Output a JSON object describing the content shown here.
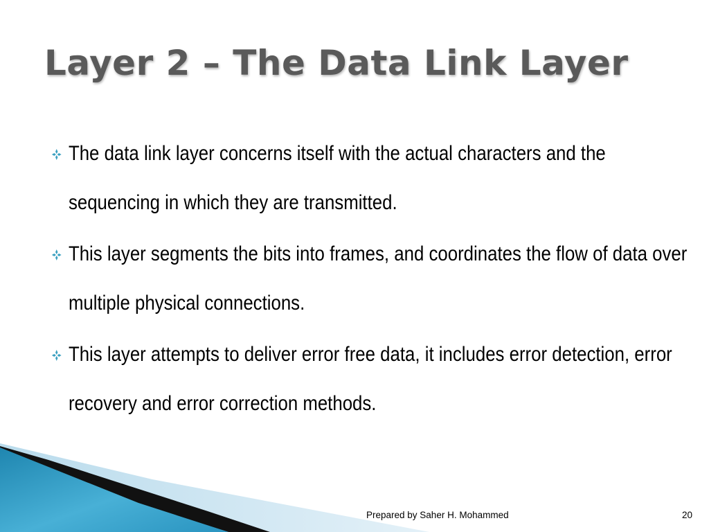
{
  "slide": {
    "title": "Layer 2 – The Data Link Layer",
    "bullets": [
      {
        "text": "The data link layer concerns itself with the actual characters and the sequencing in which they are transmitted."
      },
      {
        "text": "This layer segments the bits into frames, and coordinates the flow of data over multiple physical connections."
      },
      {
        "text": "This layer attempts to deliver error free data, it includes error detection, error recovery and error correction methods."
      }
    ],
    "bullet_icon": "four-diamond-bullet-icon",
    "footer": {
      "author": "Prepared by Saher H. Mohammed",
      "page_number": "20"
    }
  },
  "colors": {
    "title": "#5a5a5a",
    "bullet_icon": "#3aa0c0",
    "accent_blue": "#2f9cc4",
    "accent_light": "#cfe6f2",
    "accent_dark": "#111111"
  }
}
